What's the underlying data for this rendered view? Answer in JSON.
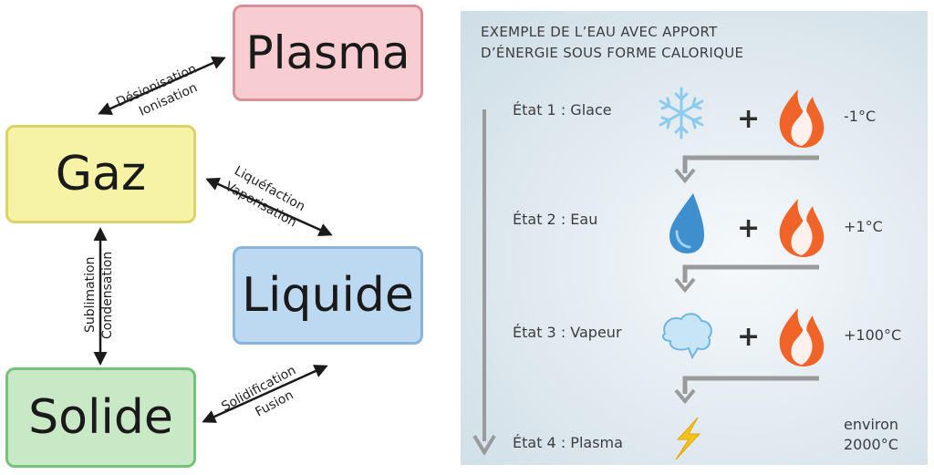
{
  "diagram": {
    "states": {
      "plasma": "Plasma",
      "gaz": "Gaz",
      "liquide": "Liquide",
      "solide": "Solide"
    },
    "transitions": {
      "plasma_gaz_1": "Désionisation",
      "plasma_gaz_2": "Ionisation",
      "gaz_liquide_1": "Liquéfaction",
      "gaz_liquide_2": "Vaporisation",
      "gaz_solide_1": "Sublimation",
      "gaz_solide_2": "Condensation",
      "liquide_solide_1": "Solidification",
      "liquide_solide_2": "Fusion"
    }
  },
  "panel": {
    "title_line1": "EXEMPLE DE L’EAU AVEC APPORT",
    "title_line2": "D’ÉNERGIE SOUS FORME CALORIQUE",
    "steps": [
      {
        "state": "État 1 : Glace",
        "temp": "-1°C",
        "icon": "snowflake-icon"
      },
      {
        "state": "État 2 : Eau",
        "temp": "+1°C",
        "icon": "water-drop-icon"
      },
      {
        "state": "État 3 : Vapeur",
        "temp": "+100°C",
        "icon": "vapor-cloud-icon"
      },
      {
        "state": "État 4 : Plasma",
        "temp_line1": "environ",
        "temp_line2": "2000°C",
        "icon": "lightning-icon"
      }
    ],
    "plus_sign": "+",
    "colors": {
      "arrow_gray": "#9a9a9a",
      "flame_orange": "#f0642a",
      "ice_blue": "#8ccbee",
      "water_blue": "#3f8fcf",
      "lightning_yellow": "#f5c21b"
    }
  }
}
